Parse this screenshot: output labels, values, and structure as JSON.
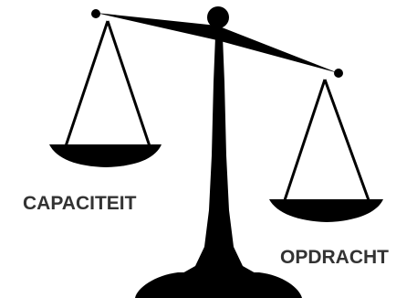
{
  "labels": {
    "left_pan": "CAPACITEIT",
    "right_pan": "OPDRACHT"
  },
  "colors": {
    "ink": "#000000",
    "label_text": "#333333",
    "background": "#ffffff"
  },
  "icons": {
    "figure": "balance-scale-icon",
    "state": "tipped-right"
  }
}
